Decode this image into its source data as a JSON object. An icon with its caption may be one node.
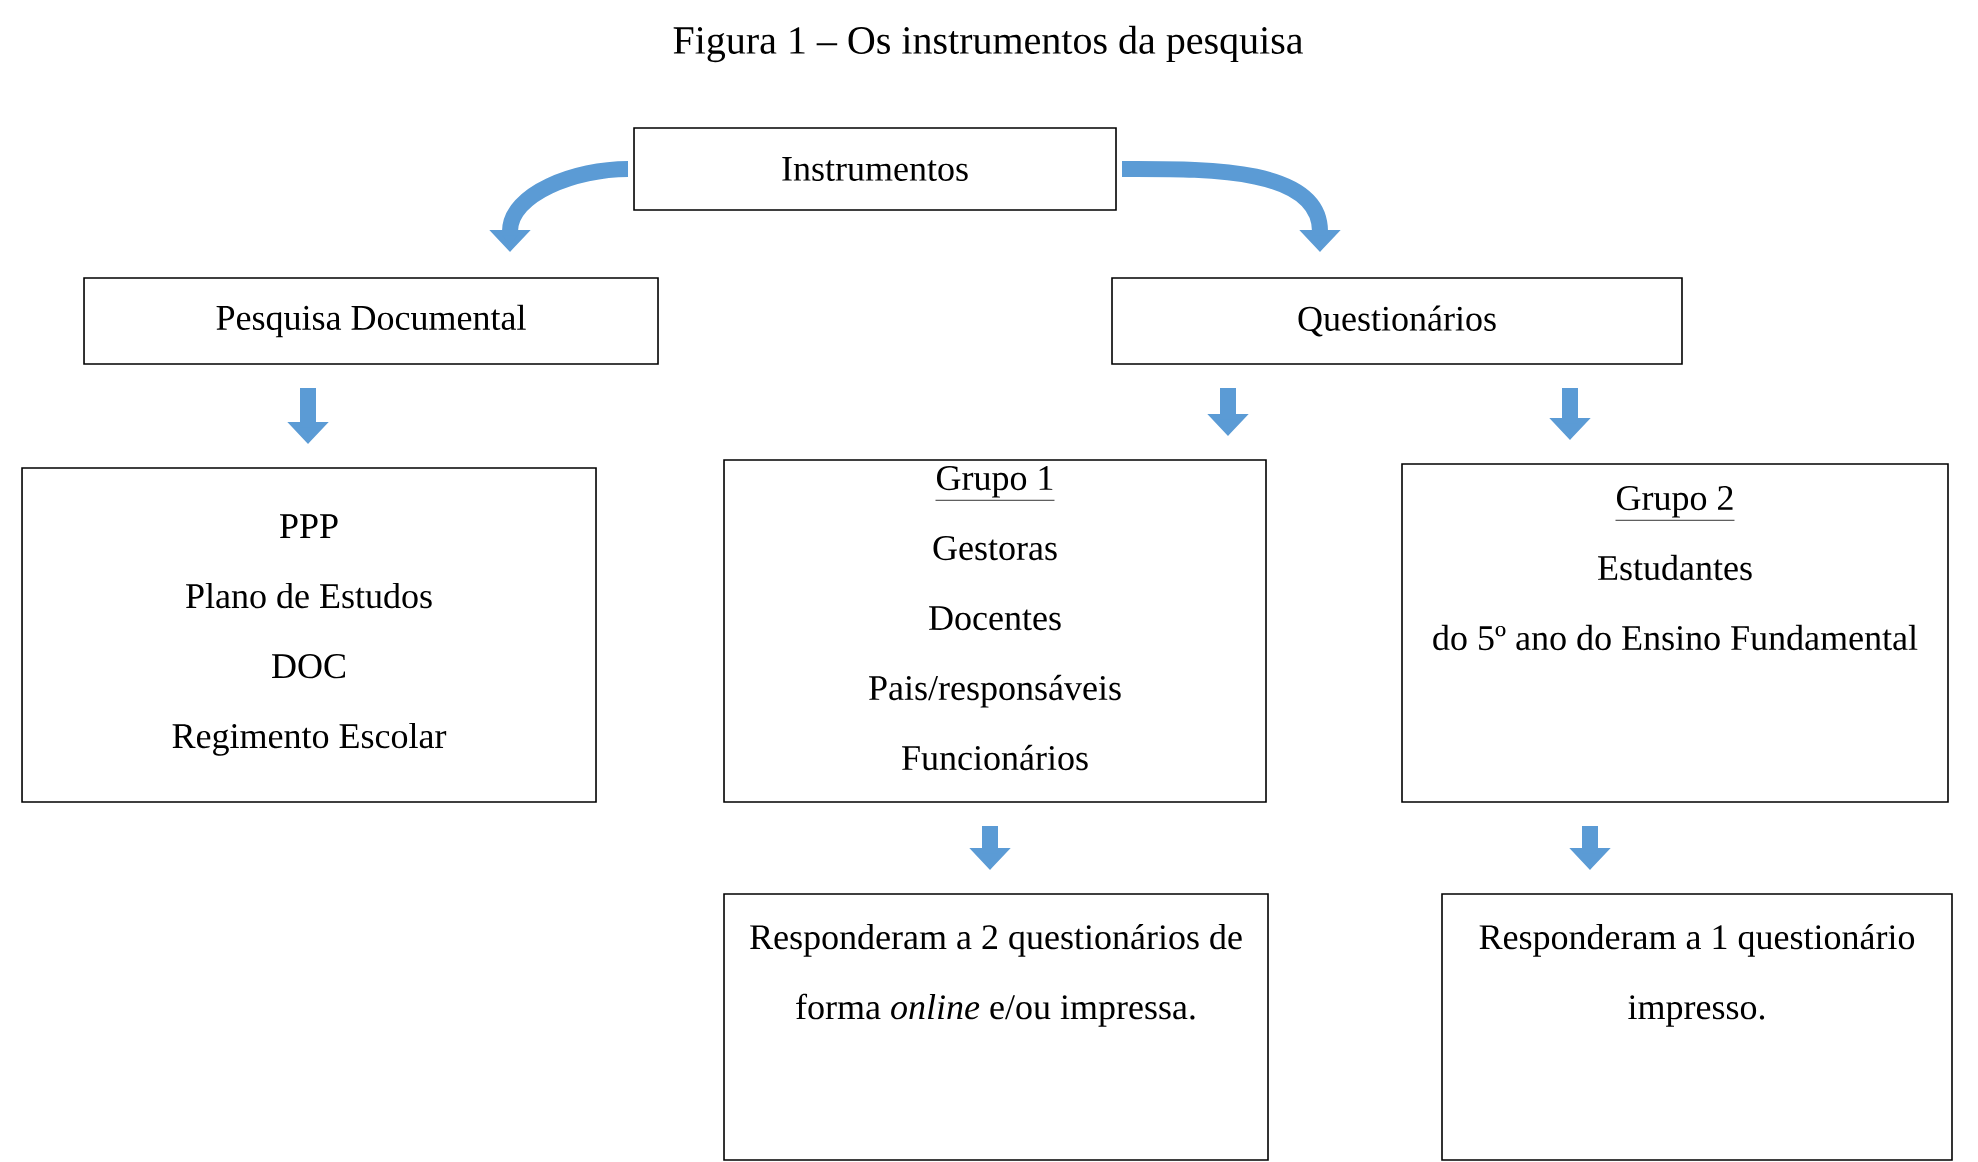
{
  "diagram": {
    "title": "Figura 1 – Os instrumentos da pesquisa",
    "nodes": [
      {
        "text": [
          "Instrumentos"
        ]
      },
      {
        "text": [
          "Pesquisa Documental"
        ]
      },
      {
        "text": [
          "Questionários"
        ]
      },
      {
        "text": [
          "PPP",
          "Plano de Estudos",
          "DOC",
          "Regimento Escolar"
        ]
      },
      {
        "text": [
          "Grupo 1",
          "Gestoras",
          "Docentes",
          "Pais/responsáveis",
          "Funcionários"
        ]
      },
      {
        "text": [
          "Grupo 2",
          "Estudantes",
          "do 5º ano do Ensino Fundamental"
        ]
      },
      {
        "text": [
          "Responderam a 2 questionários de forma *online* e/ou impressa."
        ]
      },
      {
        "text": [
          "Responderam a 1 questionário impresso."
        ]
      }
    ],
    "edges": [
      {
        "from": 0,
        "to": 1,
        "arrow": "to"
      },
      {
        "from": 0,
        "to": 2,
        "arrow": "to"
      },
      {
        "from": 1,
        "to": 3,
        "arrow": "to"
      },
      {
        "from": 2,
        "to": 4,
        "arrow": "to"
      },
      {
        "from": 2,
        "to": 5,
        "arrow": "to"
      },
      {
        "from": 4,
        "to": 6,
        "arrow": "to"
      },
      {
        "from": 5,
        "to": 7,
        "arrow": "to"
      }
    ]
  }
}
